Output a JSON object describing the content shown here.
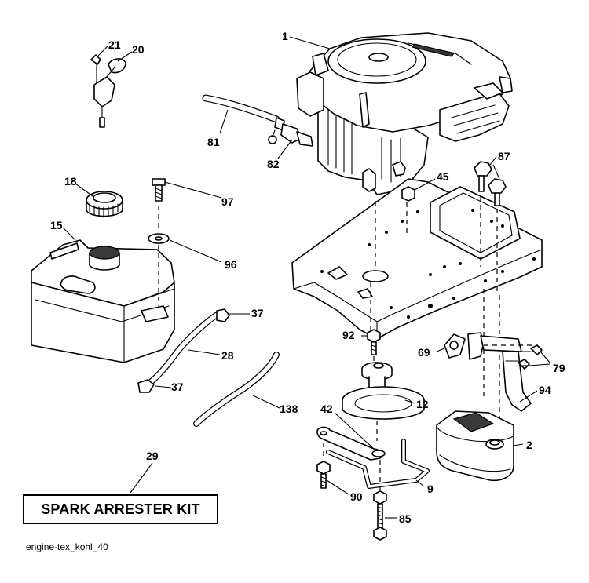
{
  "diagram": {
    "callouts": [
      {
        "id": "1",
        "text": "1"
      },
      {
        "id": "21",
        "text": "21"
      },
      {
        "id": "20",
        "text": "20"
      },
      {
        "id": "81",
        "text": "81"
      },
      {
        "id": "82",
        "text": "82"
      },
      {
        "id": "87",
        "text": "87"
      },
      {
        "id": "45",
        "text": "45"
      },
      {
        "id": "18",
        "text": "18"
      },
      {
        "id": "97",
        "text": "97"
      },
      {
        "id": "15",
        "text": "15"
      },
      {
        "id": "96",
        "text": "96"
      },
      {
        "id": "37a",
        "text": "37"
      },
      {
        "id": "28",
        "text": "28"
      },
      {
        "id": "37b",
        "text": "37"
      },
      {
        "id": "92",
        "text": "92"
      },
      {
        "id": "69",
        "text": "69"
      },
      {
        "id": "79",
        "text": "79"
      },
      {
        "id": "12",
        "text": "12"
      },
      {
        "id": "94",
        "text": "94"
      },
      {
        "id": "138",
        "text": "138"
      },
      {
        "id": "42",
        "text": "42"
      },
      {
        "id": "29",
        "text": "29"
      },
      {
        "id": "2",
        "text": "2"
      },
      {
        "id": "9",
        "text": "9"
      },
      {
        "id": "90",
        "text": "90"
      },
      {
        "id": "85",
        "text": "85"
      }
    ],
    "kit_label": "SPARK ARRESTER KIT",
    "footer": "engine-tex_kohl_40"
  }
}
